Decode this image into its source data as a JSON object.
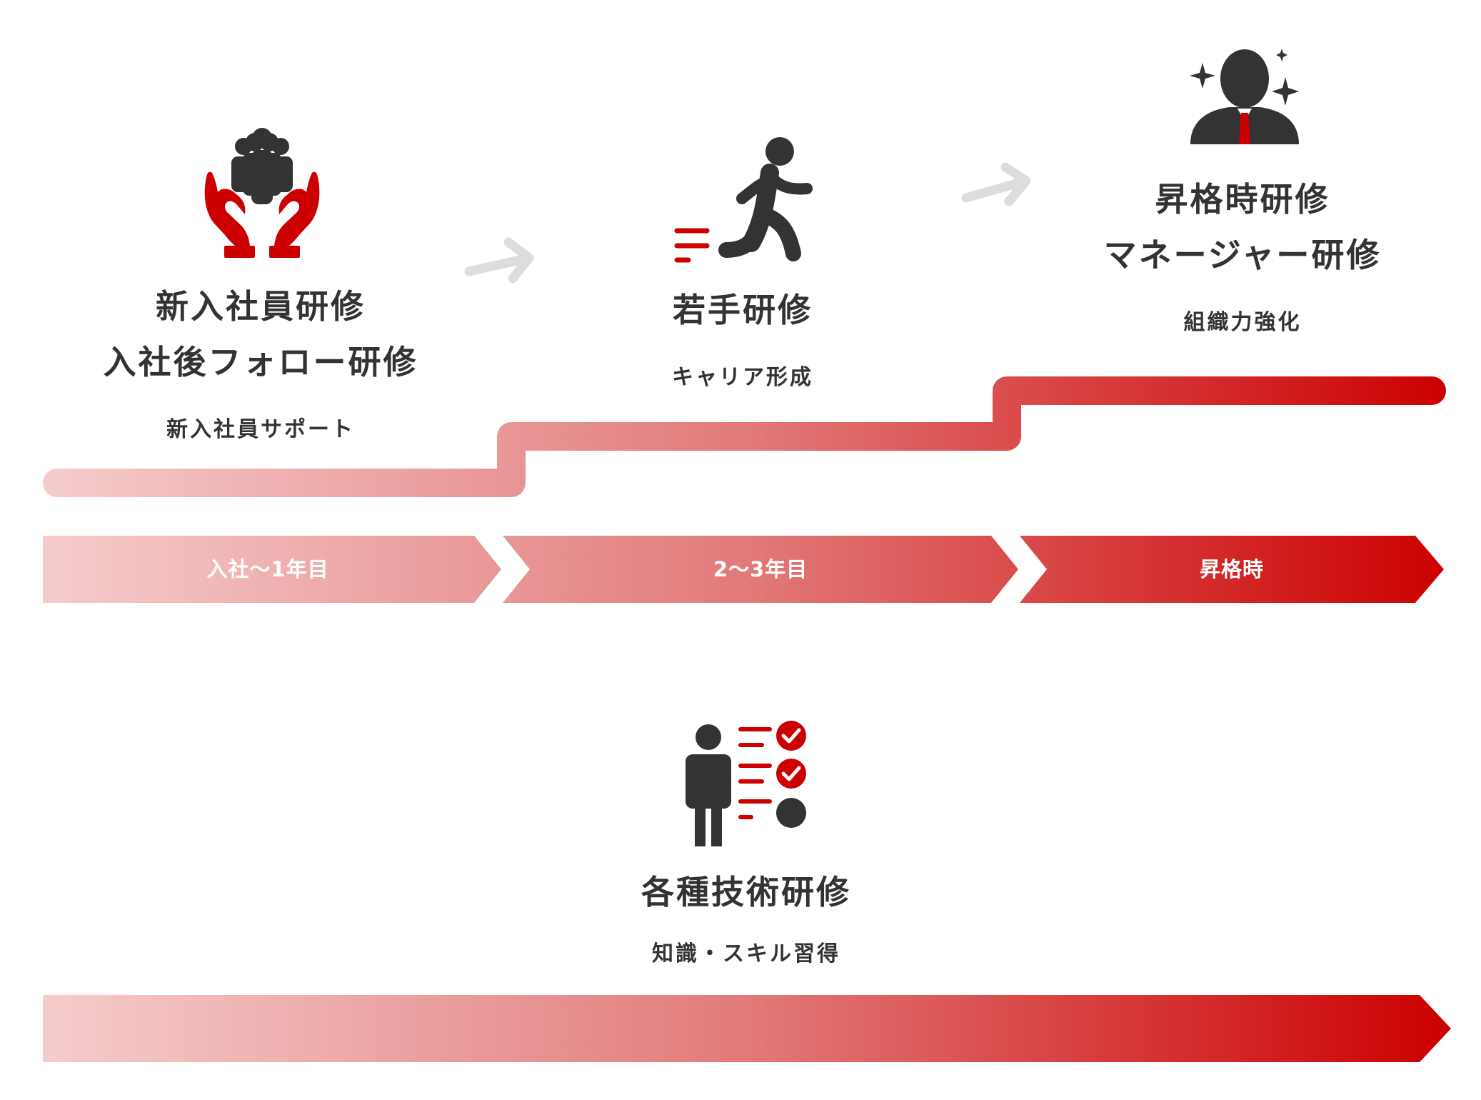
{
  "colors": {
    "text": "#333333",
    "red": "#cc0000",
    "light_pink": "#f5cccc",
    "arrow_gray": "#dddddd",
    "icon_dark": "#333333"
  },
  "stages": [
    {
      "icon": "caring-hands-group-icon",
      "title_lines": [
        "新入社員研修",
        "入社後フォロー研修"
      ],
      "subtitle": "新入社員サポート",
      "period": "入社〜1年目"
    },
    {
      "icon": "running-person-icon",
      "title_lines": [
        "若手研修"
      ],
      "subtitle": "キャリア形成",
      "period": "2〜3年目"
    },
    {
      "icon": "businessman-sparkle-icon",
      "title_lines": [
        "昇格時研修",
        "マネージャー研修"
      ],
      "subtitle": "組織力強化",
      "period": "昇格時"
    }
  ],
  "technical": {
    "icon": "person-checklist-icon",
    "title": "各種技術研修",
    "subtitle": "知識・スキル習得"
  },
  "connector_icons": [
    "right-arrow-icon",
    "right-arrow-icon"
  ]
}
